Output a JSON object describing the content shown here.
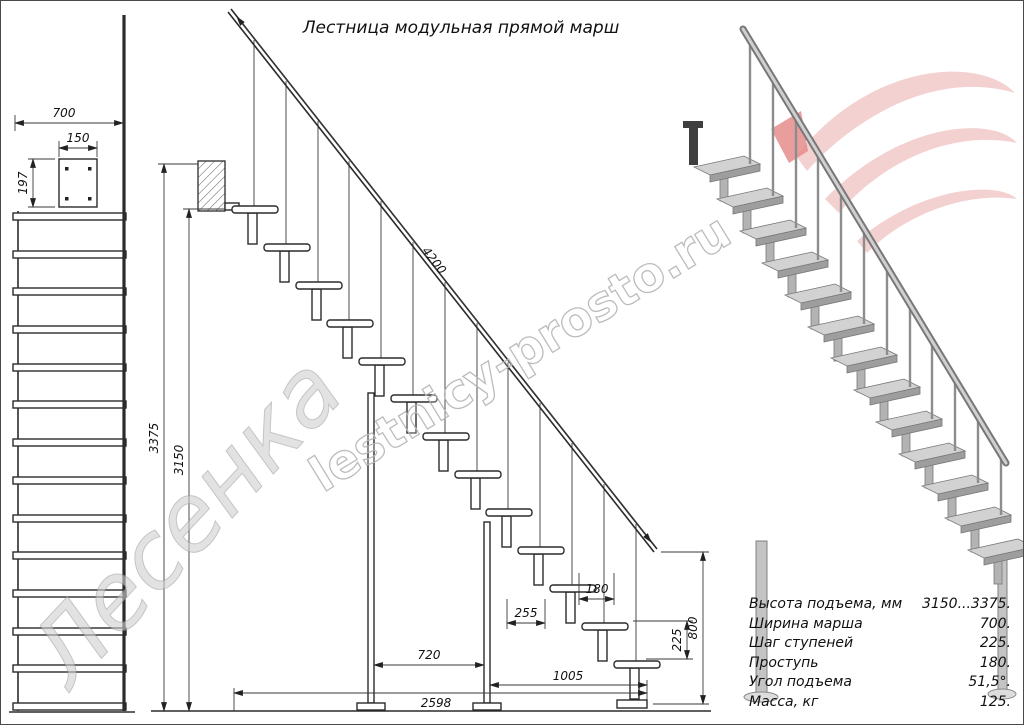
{
  "title": "Лестница модульная прямой марш",
  "watermarks": {
    "brand": "Лесенка",
    "site": "lestnicy-prosto.ru"
  },
  "colors": {
    "logo_light_red": "#f2c6c6",
    "logo_dark_red": "#e07070",
    "drawing_line": "#2b2b2b",
    "metal_gray": "#c4c4c4"
  },
  "front_view": {
    "width": "700",
    "mount_width": "150",
    "mount_height": "197"
  },
  "side_view": {
    "rail_length": "4200",
    "height_total": "3375",
    "height_clear": "3150",
    "span_between_legs": "720",
    "span_total": "2598",
    "span_right": "1005",
    "step_pitch": "255",
    "tread_depth": "180",
    "rise": "225",
    "rail_height": "800"
  },
  "specs": {
    "rows": [
      {
        "label": "Высота подъема, мм",
        "value": "3150...3375."
      },
      {
        "label": "Ширина марша",
        "value": "700."
      },
      {
        "label": "Шаг ступеней",
        "value": "225."
      },
      {
        "label": "Проступь",
        "value": "180."
      },
      {
        "label": "Угол подъема",
        "value": "51,5°."
      },
      {
        "label": "Масса, кг",
        "value": "125."
      }
    ]
  }
}
